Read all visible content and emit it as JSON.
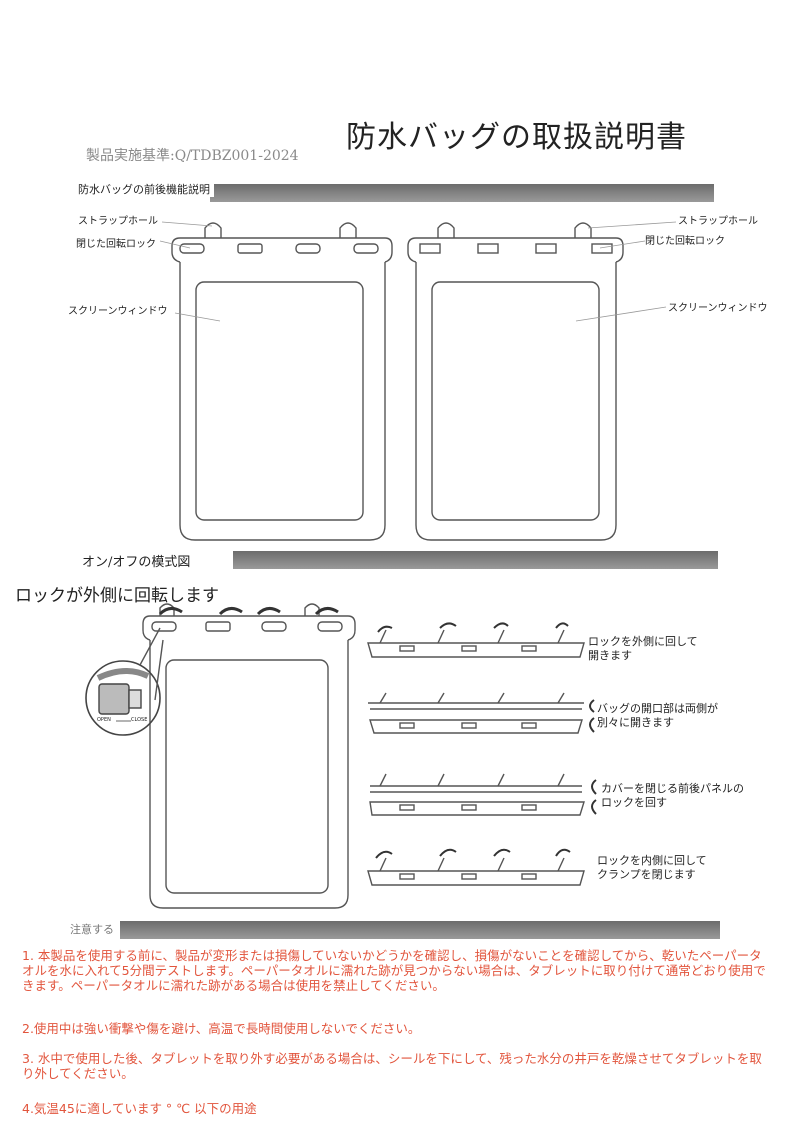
{
  "title": "防水バッグの取扱説明書",
  "standard": "製品実施基準:Q/TDBZ001-2024",
  "section1": {
    "heading": "防水バッグの前後機能説明",
    "labels": {
      "strap_hole_left": "ストラップホール",
      "closed_lock_left": "閉じた回転ロック",
      "screen_window_left": "スクリーンウィンドウ",
      "strap_hole_right": "ストラップホール",
      "closed_lock_right": "閉じた回転ロック",
      "screen_window_right": "スクリーンウィンドウ"
    }
  },
  "section2": {
    "heading": "オン/オフの模式図",
    "subheading": "ロックが外側に回転します",
    "knob_open": "OPEN",
    "knob_close": "CLOSE",
    "steps": [
      {
        "line1": "ロックを外側に回して",
        "line2": "開きます"
      },
      {
        "line1": "バッグの開口部は両側が",
        "line2": "別々に開きます"
      },
      {
        "line1": "カバーを閉じる前後パネルの",
        "line2": "ロックを回す"
      },
      {
        "line1": "ロックを内側に回して",
        "line2": "クランプを閉じます"
      }
    ]
  },
  "section3": {
    "heading": "注意する",
    "notes": [
      "1. 本製品を使用する前に、製品が変形または損傷していないかどうかを確認し、損傷がないことを確認してから、乾いたペーパータオルを水に入れて5分間テストします。ペーパータオルに濡れた跡が見つからない場合は、タブレットに取り付けて通常どおり使用できます。ペーパータオルに濡れた跡がある場合は使用を禁止してください。",
      "2.使用中は強い衝撃や傷を避け、高温で長時間使用しないでください。",
      "3. 水中で使用した後、タブレットを取り外す必要がある場合は、シールを下にして、残った水分の井戸を乾燥させてタブレットを取り外してください。",
      "4.気温45に適しています ° ℃ 以下の用途"
    ]
  },
  "colors": {
    "note_text": "#e2553d",
    "bar": "#7d7d7d",
    "line": "#555555"
  }
}
